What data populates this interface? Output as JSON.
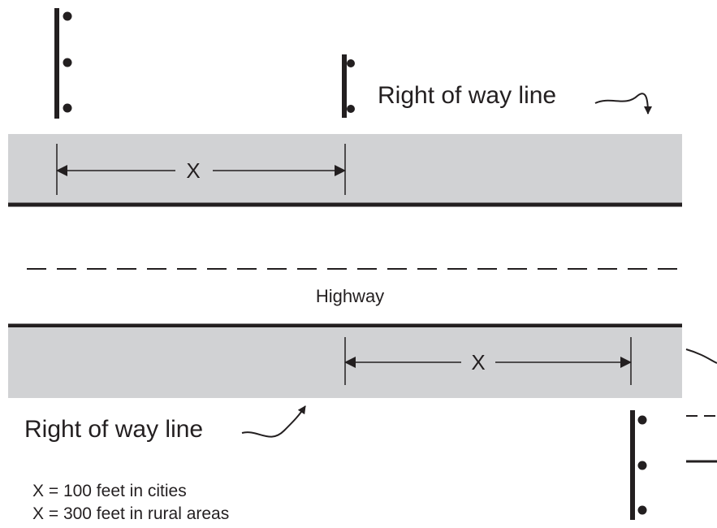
{
  "diagram": {
    "top_right_of_way_label": "Right of way line",
    "bottom_right_of_way_label": "Right of way line",
    "highway_label": "Highway",
    "top_distance_label": "X",
    "bottom_distance_label": "X",
    "legend": {
      "line1": "X = 100 feet in cities",
      "line2": "X = 300 feet in rural areas"
    }
  },
  "colors": {
    "right_of_way_fill": "#d1d2d4",
    "ink": "#231f20",
    "background": "#ffffff"
  }
}
